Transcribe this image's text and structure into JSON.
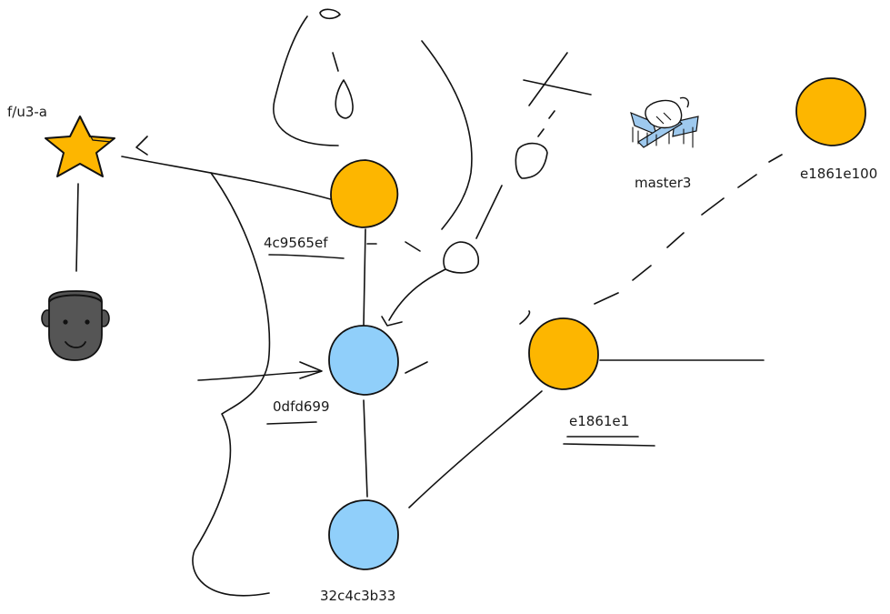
{
  "labels": {
    "branch": "f/u3-a",
    "master": "master3",
    "c_4c9565ef": "4c9565ef",
    "c_0dfd699": "0dfd699",
    "c_32c4c3b33": "32c4c3b33",
    "c_e1861e1": "e1861e1",
    "c_e1861e100": "e1861e100"
  },
  "colors": {
    "orange": "#FDB600",
    "blue": "#90CFFA",
    "dark_face": "#555555",
    "scissors_blue": "#9EC9EE",
    "outline": "#111111"
  },
  "icons": {
    "star": "star-icon",
    "person": "person-icon",
    "scissors": "hand-cutting-ribbon-icon"
  }
}
